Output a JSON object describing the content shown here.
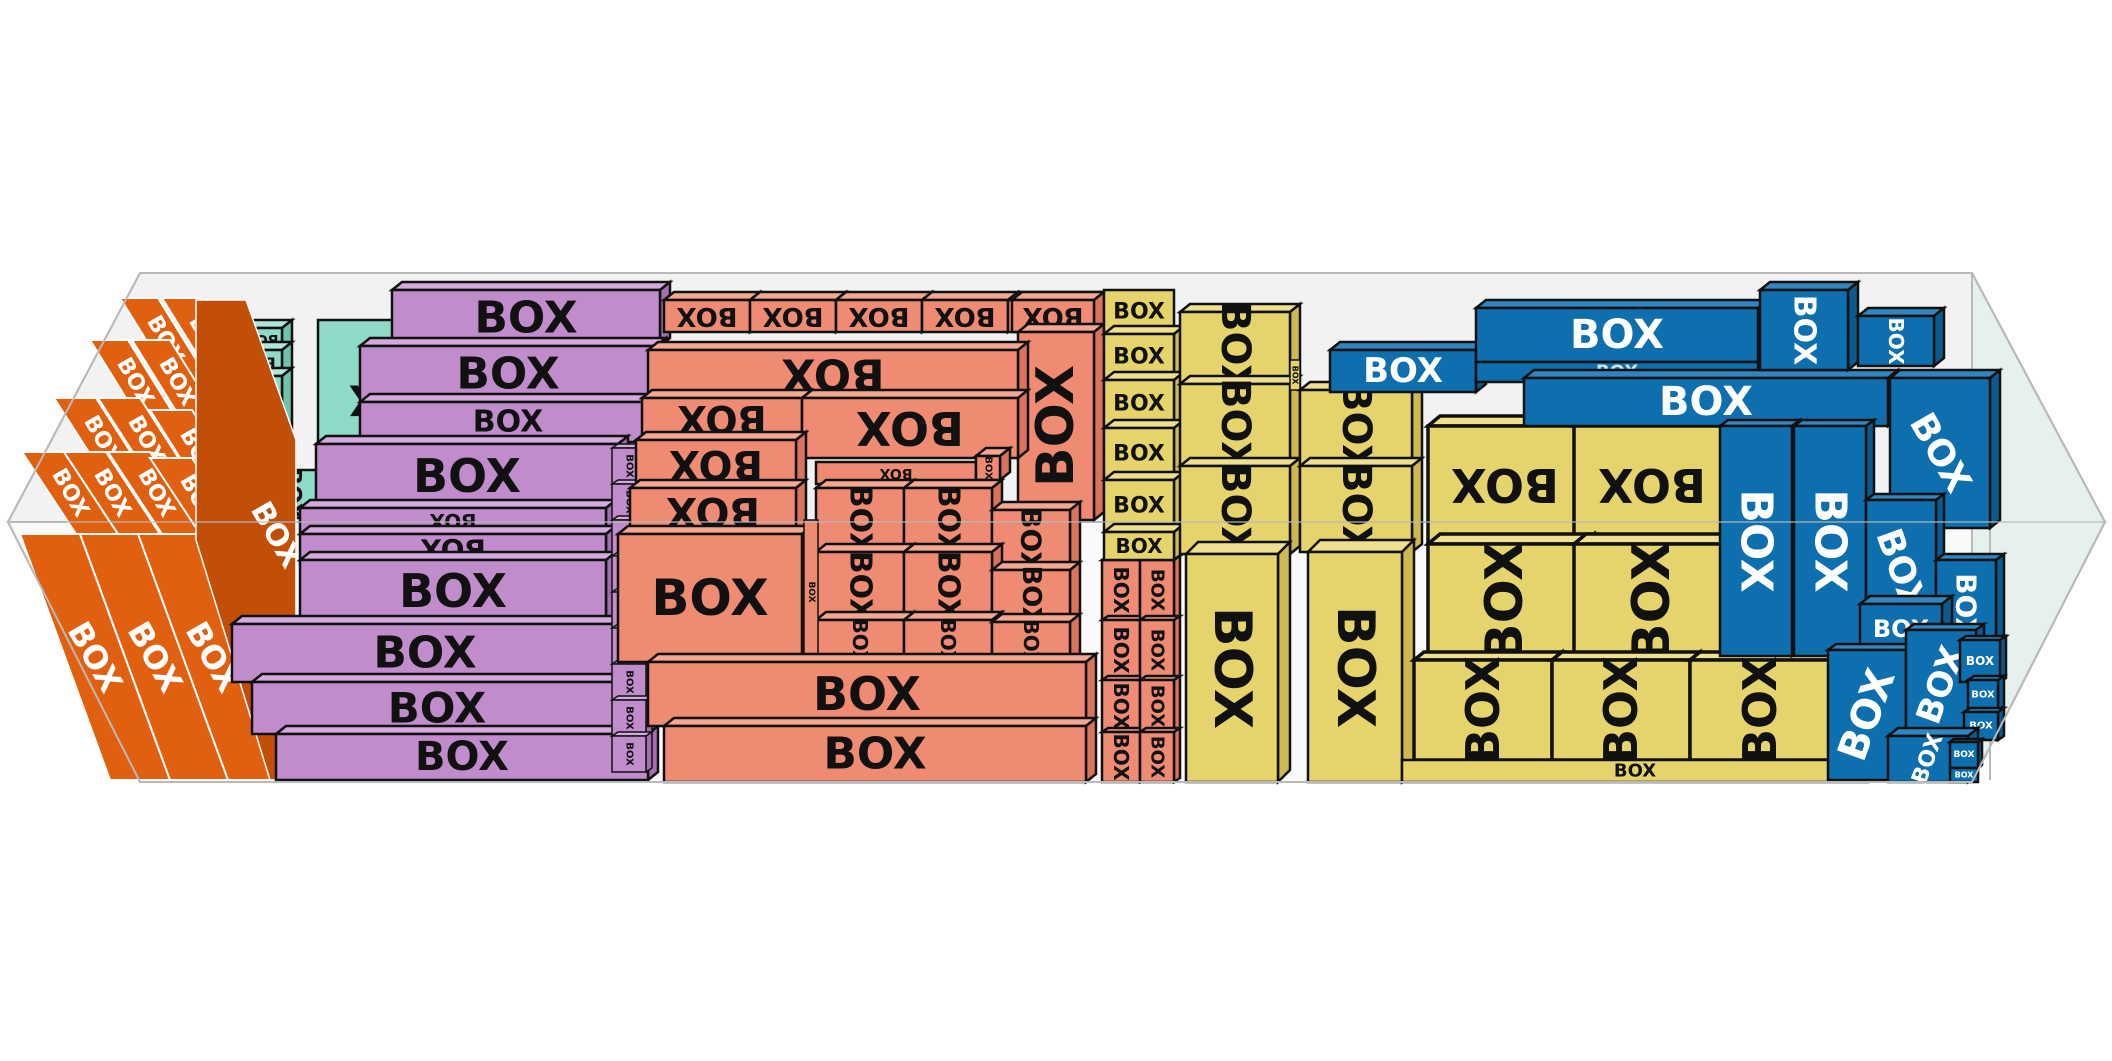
{
  "scene": {
    "title": "",
    "box_label": "BOX",
    "colors": {
      "background": "#ffffff",
      "container_wall": "#f2f2f2",
      "container_end": "#e6f0ec",
      "container_edge": "#b9b9b9",
      "box_outline": "#111111"
    },
    "groups": [
      {
        "name": "orange",
        "face": "#e0600f",
        "top": "#e9864a",
        "side": "#c24f08",
        "text": "#ffffff"
      },
      {
        "name": "teal",
        "face": "#8fd9c8",
        "top": "#b1e7da",
        "side": "#6ec2ae",
        "text": "#111111"
      },
      {
        "name": "purple",
        "face": "#c08ccc",
        "top": "#d4a9dd",
        "side": "#a46fb0",
        "text": "#111111"
      },
      {
        "name": "salmon",
        "face": "#ee8b72",
        "top": "#f4a792",
        "side": "#d9735b",
        "text": "#111111"
      },
      {
        "name": "yellow",
        "face": "#e5d36c",
        "top": "#eee08e",
        "side": "#cdb94f",
        "text": "#111111"
      },
      {
        "name": "blue",
        "face": "#0d6fad",
        "top": "#2f86c0",
        "side": "#095a8e",
        "text": "#ffffff"
      }
    ]
  }
}
